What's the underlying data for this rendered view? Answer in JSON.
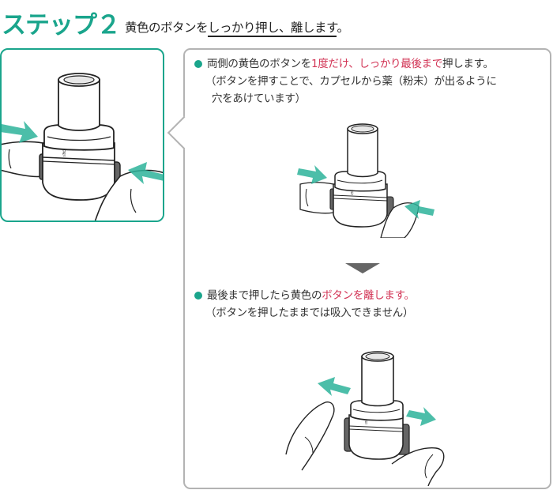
{
  "header": {
    "step_label": "ステップ２",
    "desc_prefix": "黄色のボタンを",
    "desc_underlined": "しっかり押し、離します",
    "desc_suffix": "。"
  },
  "colors": {
    "accent_teal": "#1aa58c",
    "emphasis_red": "#d23455",
    "panel_border_gray": "#b3b3b3",
    "arrow_gray": "#666666"
  },
  "instructions": [
    {
      "bullet": "green-dot",
      "line1_parts": [
        {
          "text": "両側の黄色のボタンを",
          "emphasis": false
        },
        {
          "text": "1度だけ、しっかり最後まで",
          "emphasis": true
        },
        {
          "text": "押します。",
          "emphasis": false
        }
      ],
      "line2": "（ボタンを押すことで、カプセルから薬（粉末）が出るように",
      "line3": "穴をあけています）"
    },
    {
      "bullet": "green-dot",
      "line1_parts": [
        {
          "text": "最後まで押したら黄色の",
          "emphasis": false
        },
        {
          "text": "ボタンを離します。",
          "emphasis": true
        }
      ],
      "line2": "（ボタンを押したままでは吸入できません）"
    }
  ],
  "illustrations": [
    {
      "id": "left-panel-illustration",
      "description": "fingers pressing both side buttons of inhaler",
      "arrows": "inward"
    },
    {
      "id": "press-illustration",
      "description": "fingers pressing both side buttons of inhaler",
      "arrows": "inward"
    },
    {
      "id": "release-illustration",
      "description": "fingers releasing side buttons of inhaler",
      "arrows": "outward"
    }
  ]
}
